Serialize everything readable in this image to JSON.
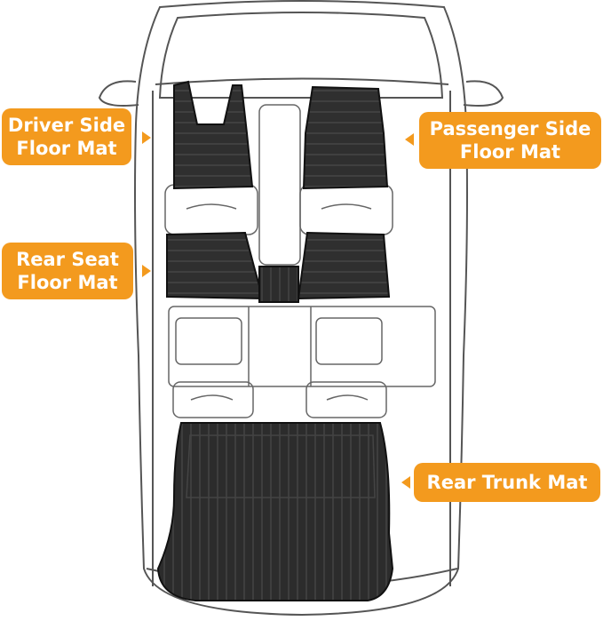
{
  "labels": {
    "driver": {
      "line1": "Driver Side",
      "line2": "Floor Mat"
    },
    "passenger": {
      "line1": "Passenger Side",
      "line2": "Floor Mat"
    },
    "rear_seat": {
      "line1": "Rear Seat",
      "line2": "Floor Mat"
    },
    "trunk": {
      "line1": "Rear Trunk Mat"
    }
  },
  "colors": {
    "label_bg": "#f39a1e",
    "label_text": "#ffffff",
    "car_outline": "#555555",
    "mat_fill": "#2e2e2e"
  }
}
